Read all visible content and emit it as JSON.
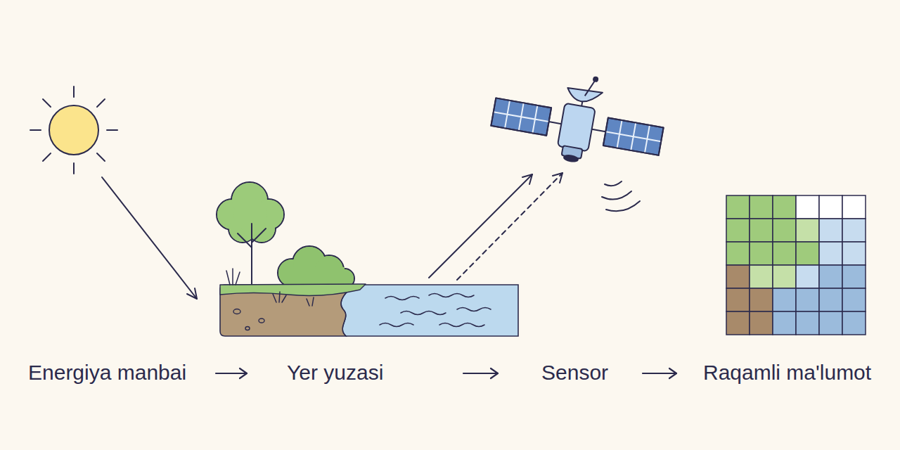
{
  "diagram": {
    "nodes": [
      {
        "text": [
          "Energiya manbai"
        ]
      },
      {
        "text": [
          "Yer yuzasi"
        ]
      },
      {
        "text": [
          "Sensor"
        ]
      },
      {
        "text": [
          "Raqamli ma'lumot"
        ]
      }
    ],
    "edges": [
      {
        "from": 0,
        "to": 1,
        "arrow": "to"
      },
      {
        "from": 1,
        "to": 2,
        "arrow": "to"
      },
      {
        "from": 2,
        "to": 3,
        "arrow": "to"
      }
    ]
  }
}
